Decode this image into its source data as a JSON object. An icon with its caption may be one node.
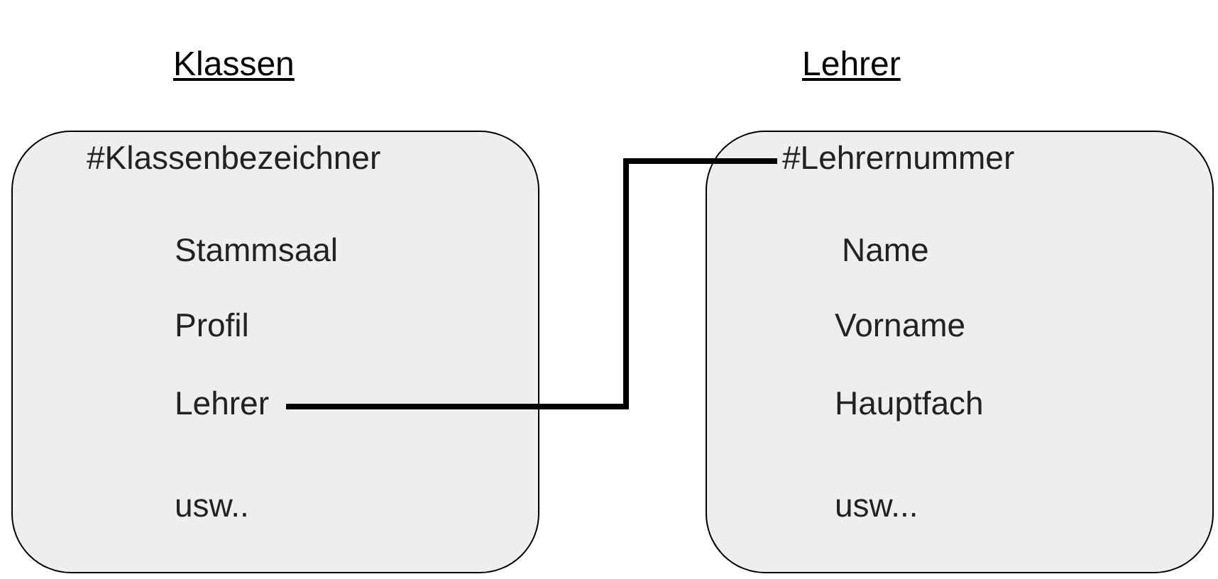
{
  "diagram": {
    "nodes": [
      {
        "text": [
          "Klassen"
        ]
      },
      {
        "text": [
          "#Klassenbezeichner"
        ],
        "in": 0
      },
      {
        "text": [
          "Stammsaal"
        ],
        "in": 0
      },
      {
        "text": [
          "Profil"
        ],
        "in": 0
      },
      {
        "text": [
          "Lehrer"
        ],
        "in": 0
      },
      {
        "text": [
          "usw.."
        ],
        "in": 0
      },
      {
        "text": [
          "Lehrer"
        ]
      },
      {
        "text": [
          "#Lehrernummer"
        ],
        "in": 6
      },
      {
        "text": [
          "Name"
        ],
        "in": 6
      },
      {
        "text": [
          "Vorname"
        ],
        "in": 6
      },
      {
        "text": [
          "Hauptfach"
        ],
        "in": 6
      },
      {
        "text": [
          "usw..."
        ],
        "in": 6
      }
    ],
    "edges": [
      {
        "from": 4,
        "to": 7,
        "arrow": "none"
      }
    ]
  }
}
